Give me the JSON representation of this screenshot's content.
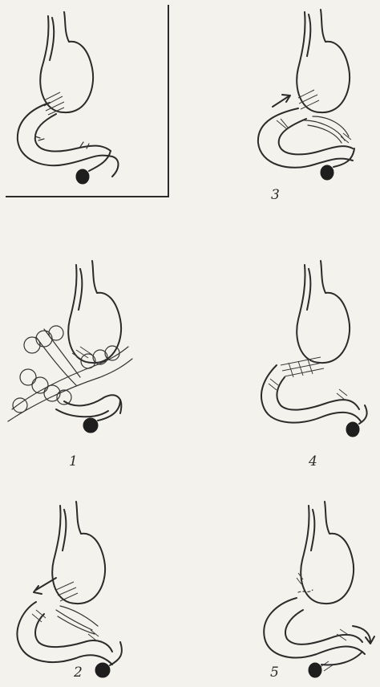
{
  "figures": {
    "normal": {
      "label": ""
    },
    "fig1": {
      "label": "1"
    },
    "fig2": {
      "label": "2"
    },
    "fig3": {
      "label": "3"
    },
    "fig4": {
      "label": "4"
    },
    "fig5": {
      "label": "5"
    }
  },
  "colors": {
    "ink": "#2b2b2b",
    "paper": "#f3f2ec"
  },
  "icons": [
    "stomach-diagram",
    "arrow-icon",
    "suture-icon"
  ]
}
